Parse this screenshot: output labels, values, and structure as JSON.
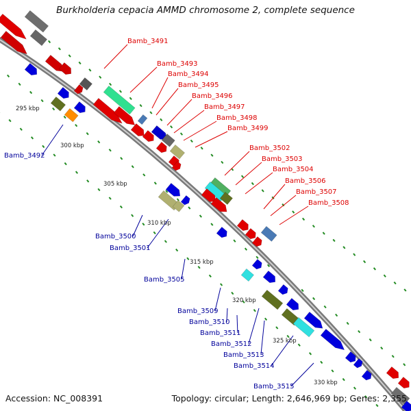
{
  "title": "Burkholderia cepacia AMMD chromosome 2, complete sequence",
  "accession": "Accession: NC_008391",
  "summary": "Topology: circular; Length: 2,646,969 bp; Genes: 2,355",
  "colors": {
    "forward_label": "#dd0000",
    "reverse_label": "#00009a",
    "backbone": "#888888",
    "gc_dots": "#228b22"
  },
  "scale_ticks": [
    "295 kbp",
    "300 kbp",
    "305 kbp",
    "310 kbp",
    "315 kbp",
    "320 kbp",
    "325 kbp",
    "330 kbp"
  ],
  "forward_genes": [
    "Bamb_3491",
    "Bamb_3493",
    "Bamb_3494",
    "Bamb_3495",
    "Bamb_3496",
    "Bamb_3497",
    "Bamb_3498",
    "Bamb_3499",
    "Bamb_3502",
    "Bamb_3503",
    "Bamb_3504",
    "Bamb_3506",
    "Bamb_3507",
    "Bamb_3508"
  ],
  "reverse_genes": [
    "Bamb_3492",
    "Bamb_3500",
    "Bamb_3501",
    "Bamb_3505",
    "Bamb_3509",
    "Bamb_3510",
    "Bamb_3511",
    "Bamb_3512",
    "Bamb_3513",
    "Bamb_3514",
    "Bamb_3515"
  ]
}
